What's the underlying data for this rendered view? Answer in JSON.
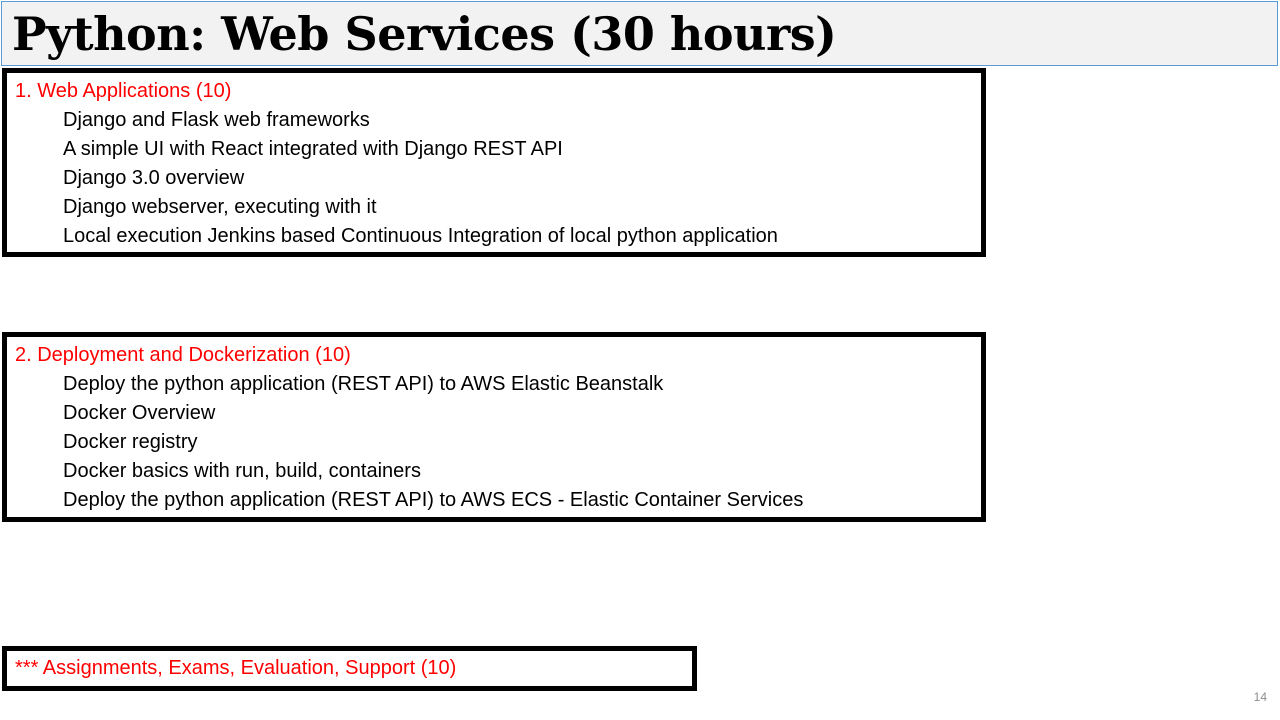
{
  "slide": {
    "title": "Python: Web Services (30 hours)",
    "page_number": "14"
  },
  "sections": [
    {
      "heading": "1. Web Applications (10)",
      "items": [
        "Django and Flask web frameworks",
        "A simple UI with React integrated with Django REST API",
        "Django 3.0 overview",
        "Django webserver, executing with it",
        "Local execution Jenkins based Continuous Integration of local python application"
      ]
    },
    {
      "heading": "2. Deployment and Dockerization (10)",
      "items": [
        "Deploy the python application (REST API) to AWS Elastic Beanstalk",
        "Docker Overview",
        "Docker registry",
        "Docker basics with run, build, containers",
        "Deploy the python application (REST API) to AWS ECS - Elastic Container Services"
      ]
    },
    {
      "heading": "*** Assignments, Exams, Evaluation, Support (10)"
    }
  ],
  "colors": {
    "heading": "#ff0000",
    "body_text": "#000000",
    "title_background": "#f2f2f2",
    "title_border": "#5b9bd5"
  }
}
